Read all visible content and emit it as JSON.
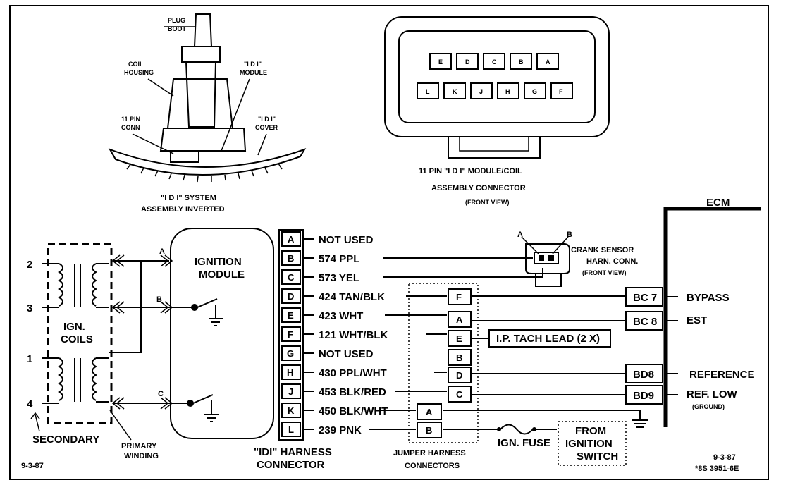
{
  "top_left": {
    "plug_boot": [
      "PLUG",
      "BOOT"
    ],
    "coil_housing": [
      "COIL",
      "HOUSING"
    ],
    "idi_module": [
      "\"I D I\"",
      "MODULE"
    ],
    "pin_conn": [
      "11 PIN",
      "CONN"
    ],
    "idi_cover": [
      "\"I D I\"",
      "COVER"
    ],
    "caption": [
      "\"I D I\" SYSTEM",
      "ASSEMBLY INVERTED"
    ]
  },
  "connector_view": {
    "top_pins": [
      "E",
      "D",
      "C",
      "B",
      "A"
    ],
    "bottom_pins": [
      "L",
      "K",
      "J",
      "H",
      "G",
      "F"
    ],
    "caption": [
      "11 PIN \"I D I\" MODULE/COIL",
      "ASSEMBLY CONNECTOR"
    ],
    "note": "(FRONT VIEW)"
  },
  "coils": {
    "label": [
      "IGN.",
      "COILS"
    ],
    "terminals": [
      "2",
      "3",
      "1",
      "4"
    ],
    "secondary": "SECONDARY",
    "primary": [
      "PRIMARY",
      "WINDING"
    ],
    "inputs": [
      "A",
      "B",
      "C"
    ]
  },
  "module": {
    "label": [
      "IGNITION",
      "MODULE"
    ]
  },
  "harness": {
    "pins": [
      "A",
      "B",
      "C",
      "D",
      "E",
      "F",
      "G",
      "H",
      "J",
      "K",
      "L"
    ],
    "wires": [
      "NOT USED",
      "574 PPL",
      "573 YEL",
      "424 TAN/BLK",
      "423 WHT",
      "121 WHT/BLK",
      "NOT USED",
      "430 PPL/WHT",
      "453 BLK/RED",
      "450 BLK/WHT",
      "239 PNK"
    ],
    "caption": [
      "\"IDI\" HARNESS",
      "CONNECTOR"
    ]
  },
  "jumper": {
    "pins_right": [
      "F",
      "A",
      "E",
      "B",
      "D",
      "C"
    ],
    "pins_left": [
      "A",
      "B"
    ],
    "caption": [
      "JUMPER HARNESS",
      "CONNECTORS"
    ]
  },
  "crank_sensor": {
    "pins": [
      "A",
      "B"
    ],
    "label": [
      "CRANK SENSOR",
      "HARN. CONN."
    ],
    "note": "(FRONT VIEW)"
  },
  "tach": {
    "label": "I.P. TACH LEAD (2 X)"
  },
  "ecm": {
    "title": "ECM",
    "pins": [
      "BC 7",
      "BC 8",
      "BD8",
      "BD9"
    ],
    "signals": [
      "BYPASS",
      "EST",
      "REFERENCE",
      "REF.  LOW"
    ],
    "ground_note": "(GROUND)"
  },
  "fuse": {
    "label": "IGN. FUSE",
    "source": [
      "FROM",
      "IGNITION",
      "SWITCH"
    ]
  },
  "footer": {
    "date_left": "9-3-87",
    "date_right": "9-3-87",
    "code": "*8S 3951-6E"
  }
}
